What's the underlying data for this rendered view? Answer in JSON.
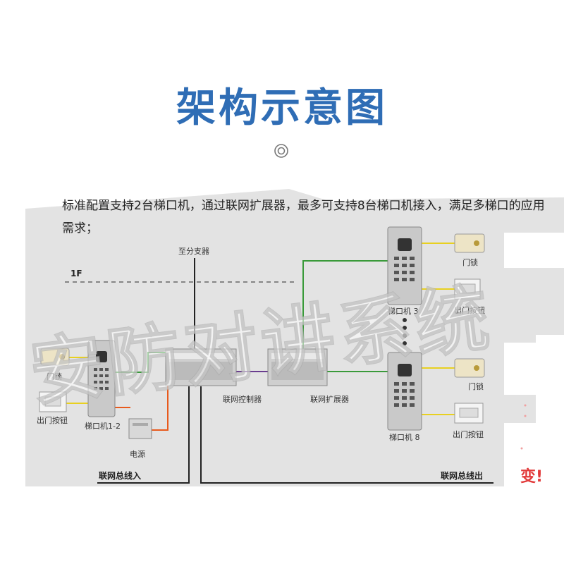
{
  "title": "架构示意图",
  "description": "标准配置支持2台梯口机，通过联网扩展器，最多可支持8台梯口机接入，满足多梯口的应用需求；",
  "diagram": {
    "floor_label": "1F",
    "to_splitter": "至分支器",
    "door_lock": "门锁",
    "exit_button": "出门按钮",
    "unit_1_2": "梯口机1-2",
    "power": "电源",
    "network_controller": "联网控制器",
    "network_expander": "联网扩展器",
    "unit_3": "梯口机 3",
    "unit_8": "梯口机 8",
    "bus_in": "联网总线入",
    "bus_out": "联网总线出"
  },
  "watermark": "安防对讲系统",
  "stray_text": "变!",
  "colors": {
    "title": "#2f6db5",
    "wire_green": "#3a9a3a",
    "wire_yellow": "#e8d020",
    "wire_orange": "#e85a1c",
    "wire_purple": "#6a3d8f",
    "panel_bg": "#e3e3e3"
  }
}
